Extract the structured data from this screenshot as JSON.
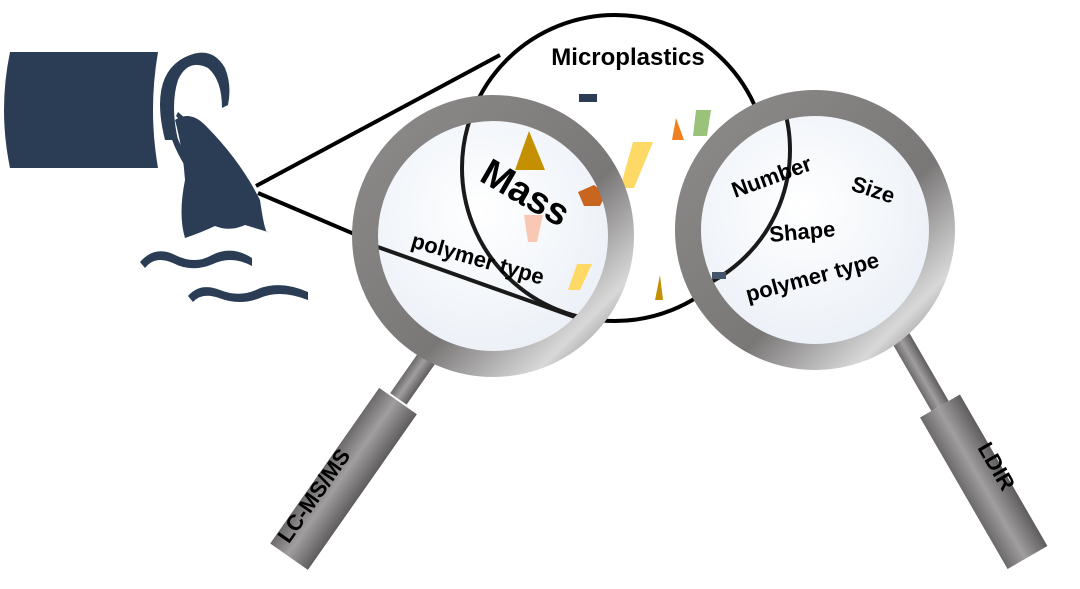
{
  "diagram": {
    "source_icon": "wastewater-pipe-outfall-icon",
    "magnified_region_label": "Microplastics",
    "colors": {
      "pipe": "#2b3d55",
      "lens_ring": "#7d7a7a",
      "lens_glass": "#f3f7fc",
      "handle": "#8a8888",
      "outline": "#000000"
    },
    "particles": [
      {
        "shape": "dash",
        "color": "#2b3d55"
      },
      {
        "shape": "triangle",
        "color": "#c49000"
      },
      {
        "shape": "pentagon",
        "color": "#c8651e"
      },
      {
        "shape": "trapezoid",
        "color": "#f8c8b4"
      },
      {
        "shape": "bar",
        "color": "#ffd966"
      },
      {
        "shape": "triangle",
        "color": "#f08020"
      },
      {
        "shape": "bar",
        "color": "#9bc27a"
      },
      {
        "shape": "bar",
        "color": "#ffd966"
      },
      {
        "shape": "bar",
        "color": "#4472c4"
      },
      {
        "shape": "triangle",
        "color": "#c49000"
      },
      {
        "shape": "dash",
        "color": "#44546a"
      }
    ],
    "left_magnifier": {
      "method": "LC-MS/MS",
      "metrics": [
        "Mass",
        "polymer type"
      ]
    },
    "right_magnifier": {
      "method": "LDIR",
      "metrics": [
        "Number",
        "Size",
        "Shape",
        "polymer type"
      ]
    }
  }
}
